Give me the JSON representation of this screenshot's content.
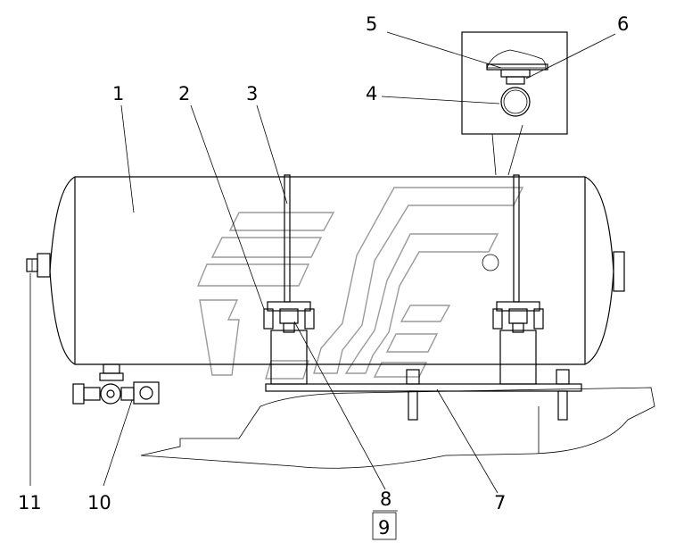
{
  "figure": {
    "callouts": [
      {
        "id": "1",
        "text": "1"
      },
      {
        "id": "2",
        "text": "2"
      },
      {
        "id": "3",
        "text": "3"
      },
      {
        "id": "4",
        "text": "4"
      },
      {
        "id": "5",
        "text": "5"
      },
      {
        "id": "6",
        "text": "6"
      },
      {
        "id": "7",
        "text": "7"
      },
      {
        "id": "8",
        "text": "8"
      },
      {
        "id": "9",
        "text": "9"
      },
      {
        "id": "10",
        "text": "10"
      },
      {
        "id": "11",
        "text": "11"
      }
    ]
  }
}
